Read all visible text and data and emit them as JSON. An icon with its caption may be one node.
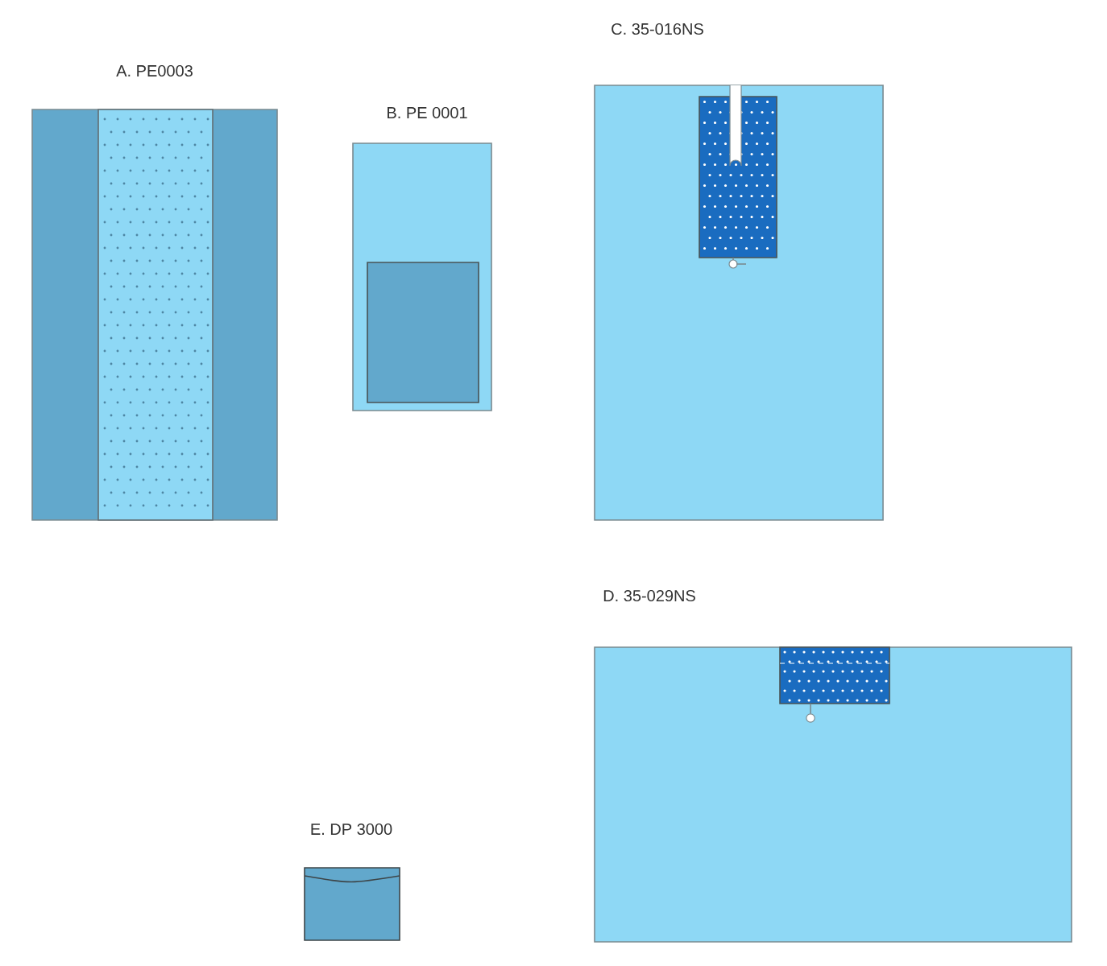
{
  "diagram": {
    "nodes": [
      {
        "text": [
          "A. PE0003"
        ]
      },
      {
        "text": [
          "B. PE 0001"
        ]
      },
      {
        "text": [
          "C. 35-016NS"
        ]
      },
      {
        "text": [
          "D. 35-029NS"
        ]
      },
      {
        "text": [
          "E. DP 3000"
        ]
      }
    ]
  }
}
